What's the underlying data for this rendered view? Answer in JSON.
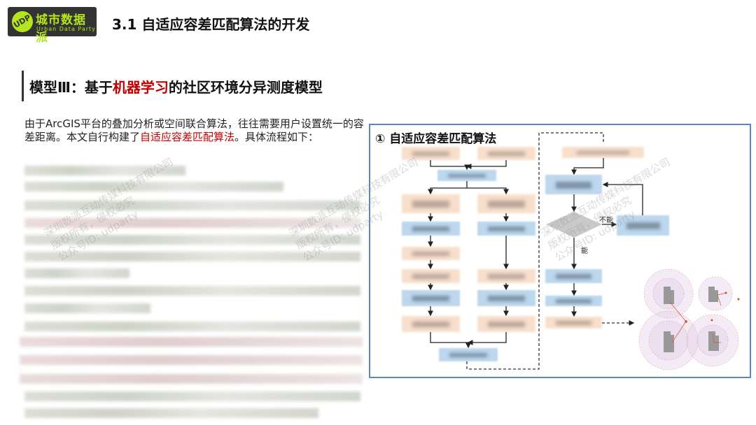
{
  "logo": {
    "name_cn": "城市数据派",
    "name_en": "Urban Data Party",
    "mark": "UDP"
  },
  "header": {
    "title": "3.1 自适应容差匹配算法的开发"
  },
  "section": {
    "heading_pre": "模型Ⅲ：基于",
    "heading_highlight": "机器学习",
    "heading_post": "的社区环境分异测度模型"
  },
  "intro": {
    "text_pre": "由于ArcGIS平台的叠加分析或空间联合算法，往往需要用户设置统一的容差距离。本文自行构建了",
    "text_highlight": "自适应容差匹配算法",
    "text_post": "。具体流程如下："
  },
  "diagram": {
    "title": "① 自适应容差匹配算法",
    "label_no": "不能",
    "label_yes": "能"
  },
  "watermark": {
    "line1": "深圳数派互动传媒科技有限公司",
    "line2": "版权所有，侵权必究",
    "line3": "公众号ID: udparty"
  },
  "colors": {
    "accent_red": "#c00000",
    "logo_green": "#b5e61d",
    "frame_blue": "#5b85c7",
    "box_orange": "#f8dfcc",
    "box_blue": "#bcd7ee"
  }
}
